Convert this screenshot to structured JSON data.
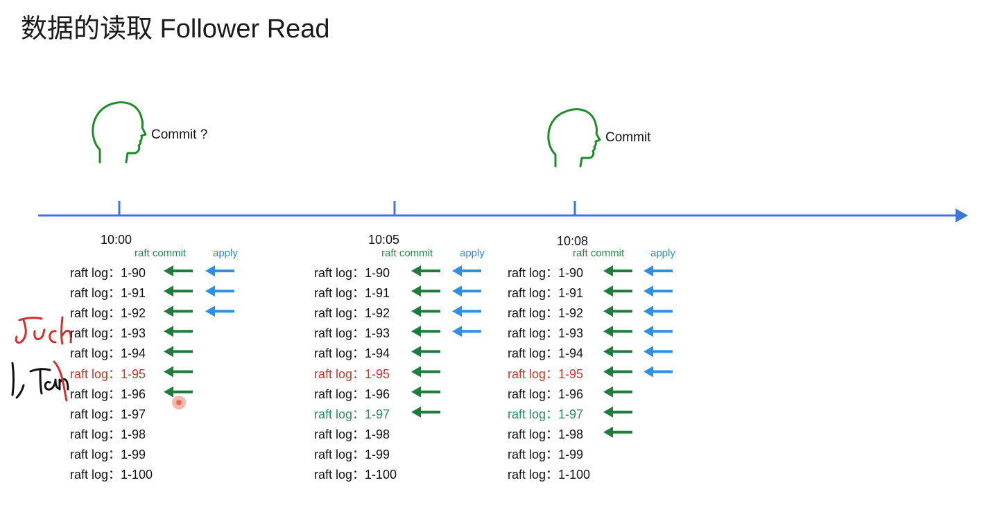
{
  "title": "数据的读取 Follower Read",
  "heads": [
    {
      "label": "Commit ?"
    },
    {
      "label": "Commit"
    }
  ],
  "timeline": {
    "ticks": [
      "10:00",
      "10:05",
      "10:08"
    ],
    "axis_color": "#3a78d8"
  },
  "column_headers": {
    "commit": "raft commit",
    "apply": "apply"
  },
  "colors": {
    "commit_arrow": "#1e7d3a",
    "apply_arrow": "#2e8fe3",
    "red_text": "#c0392b",
    "green_text": "#2e8b57",
    "head": "#1e8a2a",
    "annotation": "#d32f2f"
  },
  "columns": [
    {
      "time": "10:00",
      "logs": [
        {
          "text": "raft log：1-90",
          "style": "normal",
          "commit": true,
          "apply": true
        },
        {
          "text": "raft log：1-91",
          "style": "normal",
          "commit": true,
          "apply": true
        },
        {
          "text": "raft log：1-92",
          "style": "normal",
          "commit": true,
          "apply": true
        },
        {
          "text": "raft log：1-93",
          "style": "normal",
          "commit": true,
          "apply": false
        },
        {
          "text": "raft log：1-94",
          "style": "normal",
          "commit": true,
          "apply": false
        },
        {
          "text": "raft log：1-95",
          "style": "red",
          "commit": true,
          "apply": false
        },
        {
          "text": "raft log：1-96",
          "style": "normal",
          "commit": true,
          "apply": false
        },
        {
          "text": "raft log：1-97",
          "style": "normal",
          "commit": false,
          "apply": false
        },
        {
          "text": "raft log：1-98",
          "style": "normal",
          "commit": false,
          "apply": false
        },
        {
          "text": "raft log：1-99",
          "style": "normal",
          "commit": false,
          "apply": false
        },
        {
          "text": "raft log：1-100",
          "style": "normal",
          "commit": false,
          "apply": false
        }
      ]
    },
    {
      "time": "10:05",
      "logs": [
        {
          "text": "raft log：1-90",
          "style": "normal",
          "commit": true,
          "apply": true
        },
        {
          "text": "raft log：1-91",
          "style": "normal",
          "commit": true,
          "apply": true
        },
        {
          "text": "raft log：1-92",
          "style": "normal",
          "commit": true,
          "apply": true
        },
        {
          "text": "raft log：1-93",
          "style": "normal",
          "commit": true,
          "apply": true
        },
        {
          "text": "raft log：1-94",
          "style": "normal",
          "commit": true,
          "apply": false
        },
        {
          "text": "raft log：1-95",
          "style": "red",
          "commit": true,
          "apply": false
        },
        {
          "text": "raft log：1-96",
          "style": "normal",
          "commit": true,
          "apply": false
        },
        {
          "text": "raft log：1-97",
          "style": "green",
          "commit": true,
          "apply": false
        },
        {
          "text": "raft log：1-98",
          "style": "normal",
          "commit": false,
          "apply": false
        },
        {
          "text": "raft log：1-99",
          "style": "normal",
          "commit": false,
          "apply": false
        },
        {
          "text": "raft log：1-100",
          "style": "normal",
          "commit": false,
          "apply": false
        }
      ]
    },
    {
      "time": "10:08",
      "logs": [
        {
          "text": "raft log：1-90",
          "style": "normal",
          "commit": true,
          "apply": true
        },
        {
          "text": "raft log：1-91",
          "style": "normal",
          "commit": true,
          "apply": true
        },
        {
          "text": "raft log：1-92",
          "style": "normal",
          "commit": true,
          "apply": true
        },
        {
          "text": "raft log：1-93",
          "style": "normal",
          "commit": true,
          "apply": true
        },
        {
          "text": "raft log：1-94",
          "style": "normal",
          "commit": true,
          "apply": true
        },
        {
          "text": "raft log：1-95",
          "style": "red",
          "commit": true,
          "apply": true
        },
        {
          "text": "raft log：1-96",
          "style": "normal",
          "commit": true,
          "apply": false
        },
        {
          "text": "raft log：1-97",
          "style": "green",
          "commit": true,
          "apply": false
        },
        {
          "text": "raft log：1-98",
          "style": "normal",
          "commit": true,
          "apply": false
        },
        {
          "text": "raft log：1-99",
          "style": "normal",
          "commit": false,
          "apply": false
        },
        {
          "text": "raft log：1-100",
          "style": "normal",
          "commit": false,
          "apply": false
        }
      ]
    }
  ]
}
